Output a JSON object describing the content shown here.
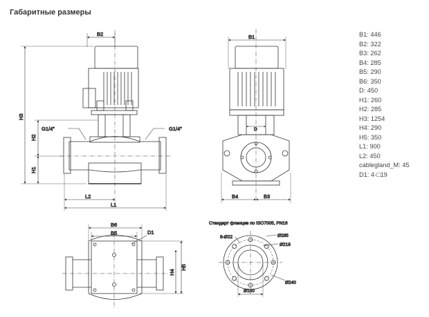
{
  "title": "Габаритные размеры",
  "dimensions": [
    {
      "key": "B1",
      "value": "446"
    },
    {
      "key": "B2",
      "value": "322"
    },
    {
      "key": "B3",
      "value": "262"
    },
    {
      "key": "B4",
      "value": "285"
    },
    {
      "key": "B5",
      "value": "290"
    },
    {
      "key": "B6",
      "value": "350"
    },
    {
      "key": "D",
      "value": "450"
    },
    {
      "key": "H1",
      "value": "260"
    },
    {
      "key": "H2",
      "value": "285"
    },
    {
      "key": "H3",
      "value": "1254"
    },
    {
      "key": "H4",
      "value": "290"
    },
    {
      "key": "H5",
      "value": "350"
    },
    {
      "key": "L1",
      "value": "900"
    },
    {
      "key": "L2",
      "value": "450"
    },
    {
      "key": "cablegland_M",
      "value": "45"
    },
    {
      "key": "D1",
      "value": "4-□19"
    }
  ],
  "labels": {
    "b1": "B1",
    "b2": "B2",
    "b3": "B3",
    "b4": "B4",
    "b5": "B5",
    "b6": "B6",
    "d": "D",
    "d1": "D1",
    "h1": "H1",
    "h2": "H2",
    "h3": "H3",
    "h4": "H4",
    "h5": "H5",
    "l1": "L1",
    "l2": "L2",
    "gland_left": "G1/4\"",
    "gland_right": "G1/4\""
  },
  "flange": {
    "caption": "Стандарт фланцев по ISO7005, PN16",
    "holes": "8-Ø22",
    "d285": "Ø285",
    "d218": "Ø218",
    "d240": "Ø240",
    "d150": "Ø150"
  }
}
